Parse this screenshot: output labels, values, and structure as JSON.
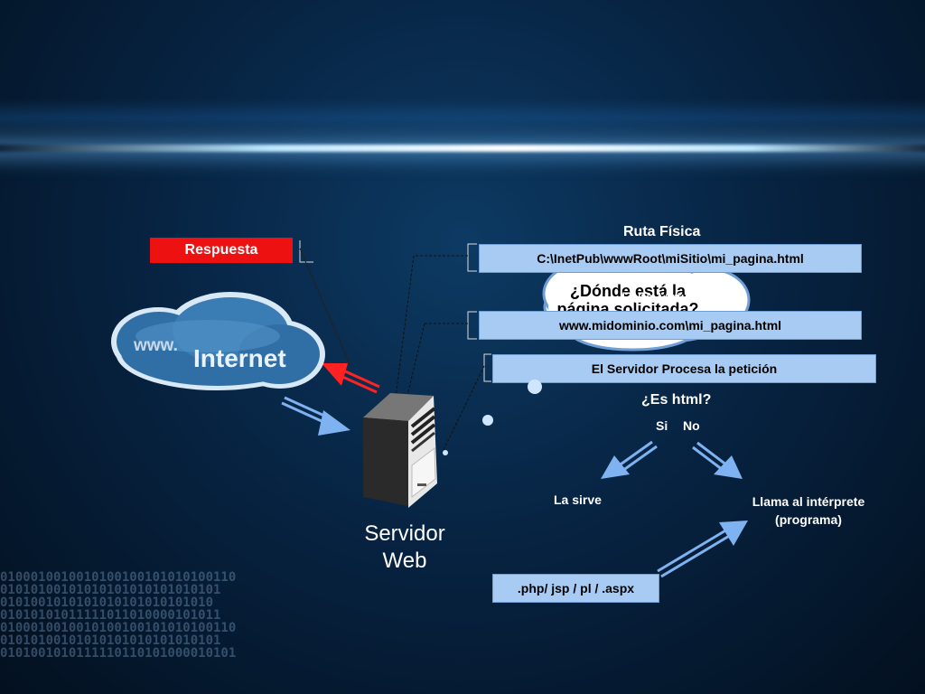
{
  "labels": {
    "ruta_fisica": "Ruta Física",
    "ruta_fisica_path": "C:\\InetPub\\wwwRoot\\miSitio\\mi_pagina.html",
    "ruta_virtual": "Ruta Virtual",
    "ruta_virtual_url": "www.midominio.com\\mi_pagina.html",
    "procesa": "El Servidor Procesa la petición",
    "es_html": "¿Es html?",
    "si": "Si",
    "no": "No",
    "la_sirve": "La sirve",
    "llama_line1": "Llama al intérprete",
    "llama_line2": "(programa)",
    "extensiones": ".php/ jsp / pl / .aspx",
    "respuesta": "Respuesta",
    "cloud_thought": "¿Dónde está la página solicitada?",
    "internet_text": "Internet",
    "www_text": "www.",
    "servidor_line1": "Servidor",
    "servidor_line2": "Web"
  },
  "colors": {
    "box_fill": "#a7cbf2",
    "red": "#ee1111",
    "arrow_blue": "#7fb2f0",
    "arrow_red": "#ff2222"
  }
}
